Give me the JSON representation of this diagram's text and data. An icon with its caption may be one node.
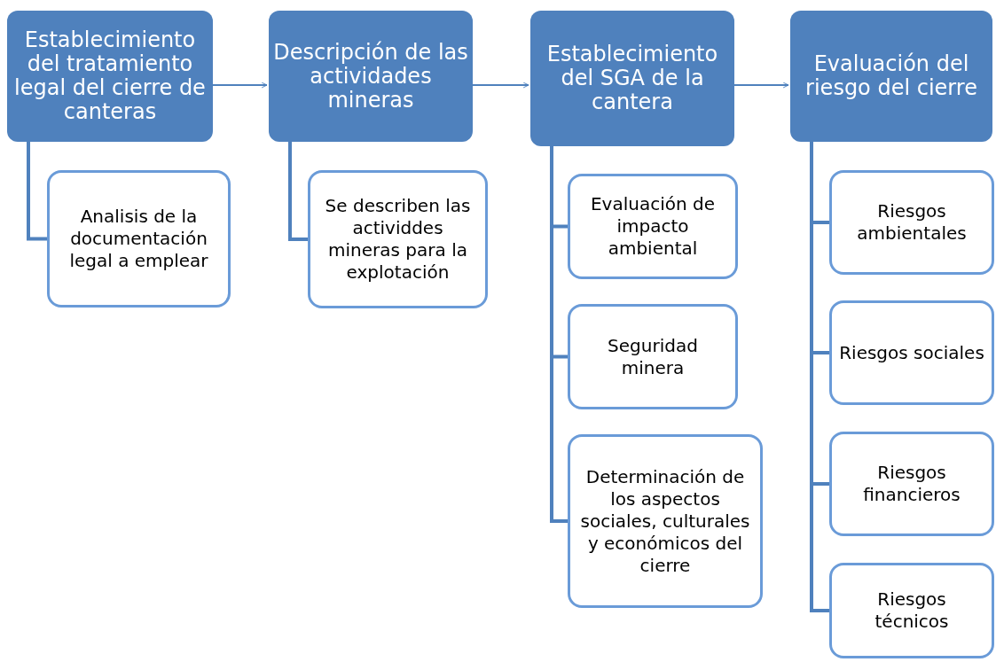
{
  "diagram": {
    "nodes": [
      {
        "text": [
          "Establecimiento del tratamiento legal del cierre de canteras"
        ]
      },
      {
        "text": [
          "Descripción de las actividades mineras"
        ]
      },
      {
        "text": [
          "Establecimiento del SGA de la cantera"
        ]
      },
      {
        "text": [
          "Evaluación del riesgo del cierre"
        ]
      },
      {
        "text": [
          "Analisis de la documentación legal a emplear"
        ]
      },
      {
        "text": [
          "Se describen las actividdes mineras para la explotación"
        ]
      },
      {
        "text": [
          "Evaluación de impacto ambiental"
        ]
      },
      {
        "text": [
          "Seguridad minera"
        ]
      },
      {
        "text": [
          "Determinación de los aspectos sociales, culturales y económicos del cierre"
        ]
      },
      {
        "text": [
          "Riesgos ambientales"
        ]
      },
      {
        "text": [
          "Riesgos sociales"
        ]
      },
      {
        "text": [
          "Riesgos financieros"
        ]
      },
      {
        "text": [
          "Riesgos técnicos"
        ]
      }
    ],
    "edges": [
      {
        "from": 0,
        "to": 1,
        "arrow": "to"
      },
      {
        "from": 1,
        "to": 2,
        "arrow": "to"
      },
      {
        "from": 2,
        "to": 3,
        "arrow": "to"
      },
      {
        "from": 0,
        "to": 4,
        "arrow": "none"
      },
      {
        "from": 1,
        "to": 5,
        "arrow": "none"
      },
      {
        "from": 2,
        "to": 6,
        "arrow": "none"
      },
      {
        "from": 2,
        "to": 7,
        "arrow": "none"
      },
      {
        "from": 2,
        "to": 8,
        "arrow": "none"
      },
      {
        "from": 3,
        "to": 9,
        "arrow": "none"
      },
      {
        "from": 3,
        "to": 10,
        "arrow": "none"
      },
      {
        "from": 3,
        "to": 11,
        "arrow": "none"
      },
      {
        "from": 3,
        "to": 12,
        "arrow": "none"
      }
    ]
  }
}
